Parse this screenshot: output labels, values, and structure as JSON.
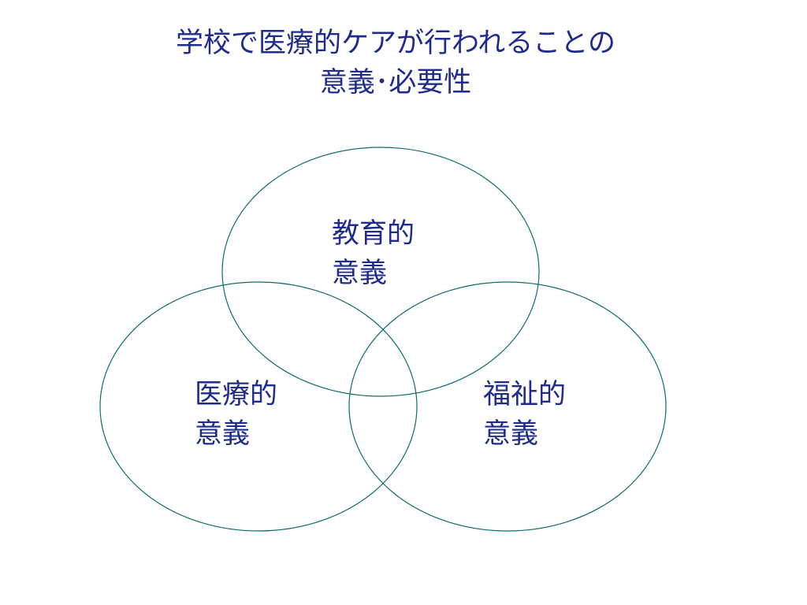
{
  "slide": {
    "title_line1": "学校で医療的ケアが行われることの",
    "title_line2": "意義･必要性"
  },
  "diagram": {
    "stroke_color": "#0e6b6b",
    "text_color": "#1f2c8c",
    "circles": [
      {
        "id": "education",
        "line1": "教育的",
        "line2": "意義"
      },
      {
        "id": "medical",
        "line1": "医療的",
        "line2": "意義"
      },
      {
        "id": "welfare",
        "line1": "福祉的",
        "line2": "意義"
      }
    ]
  }
}
